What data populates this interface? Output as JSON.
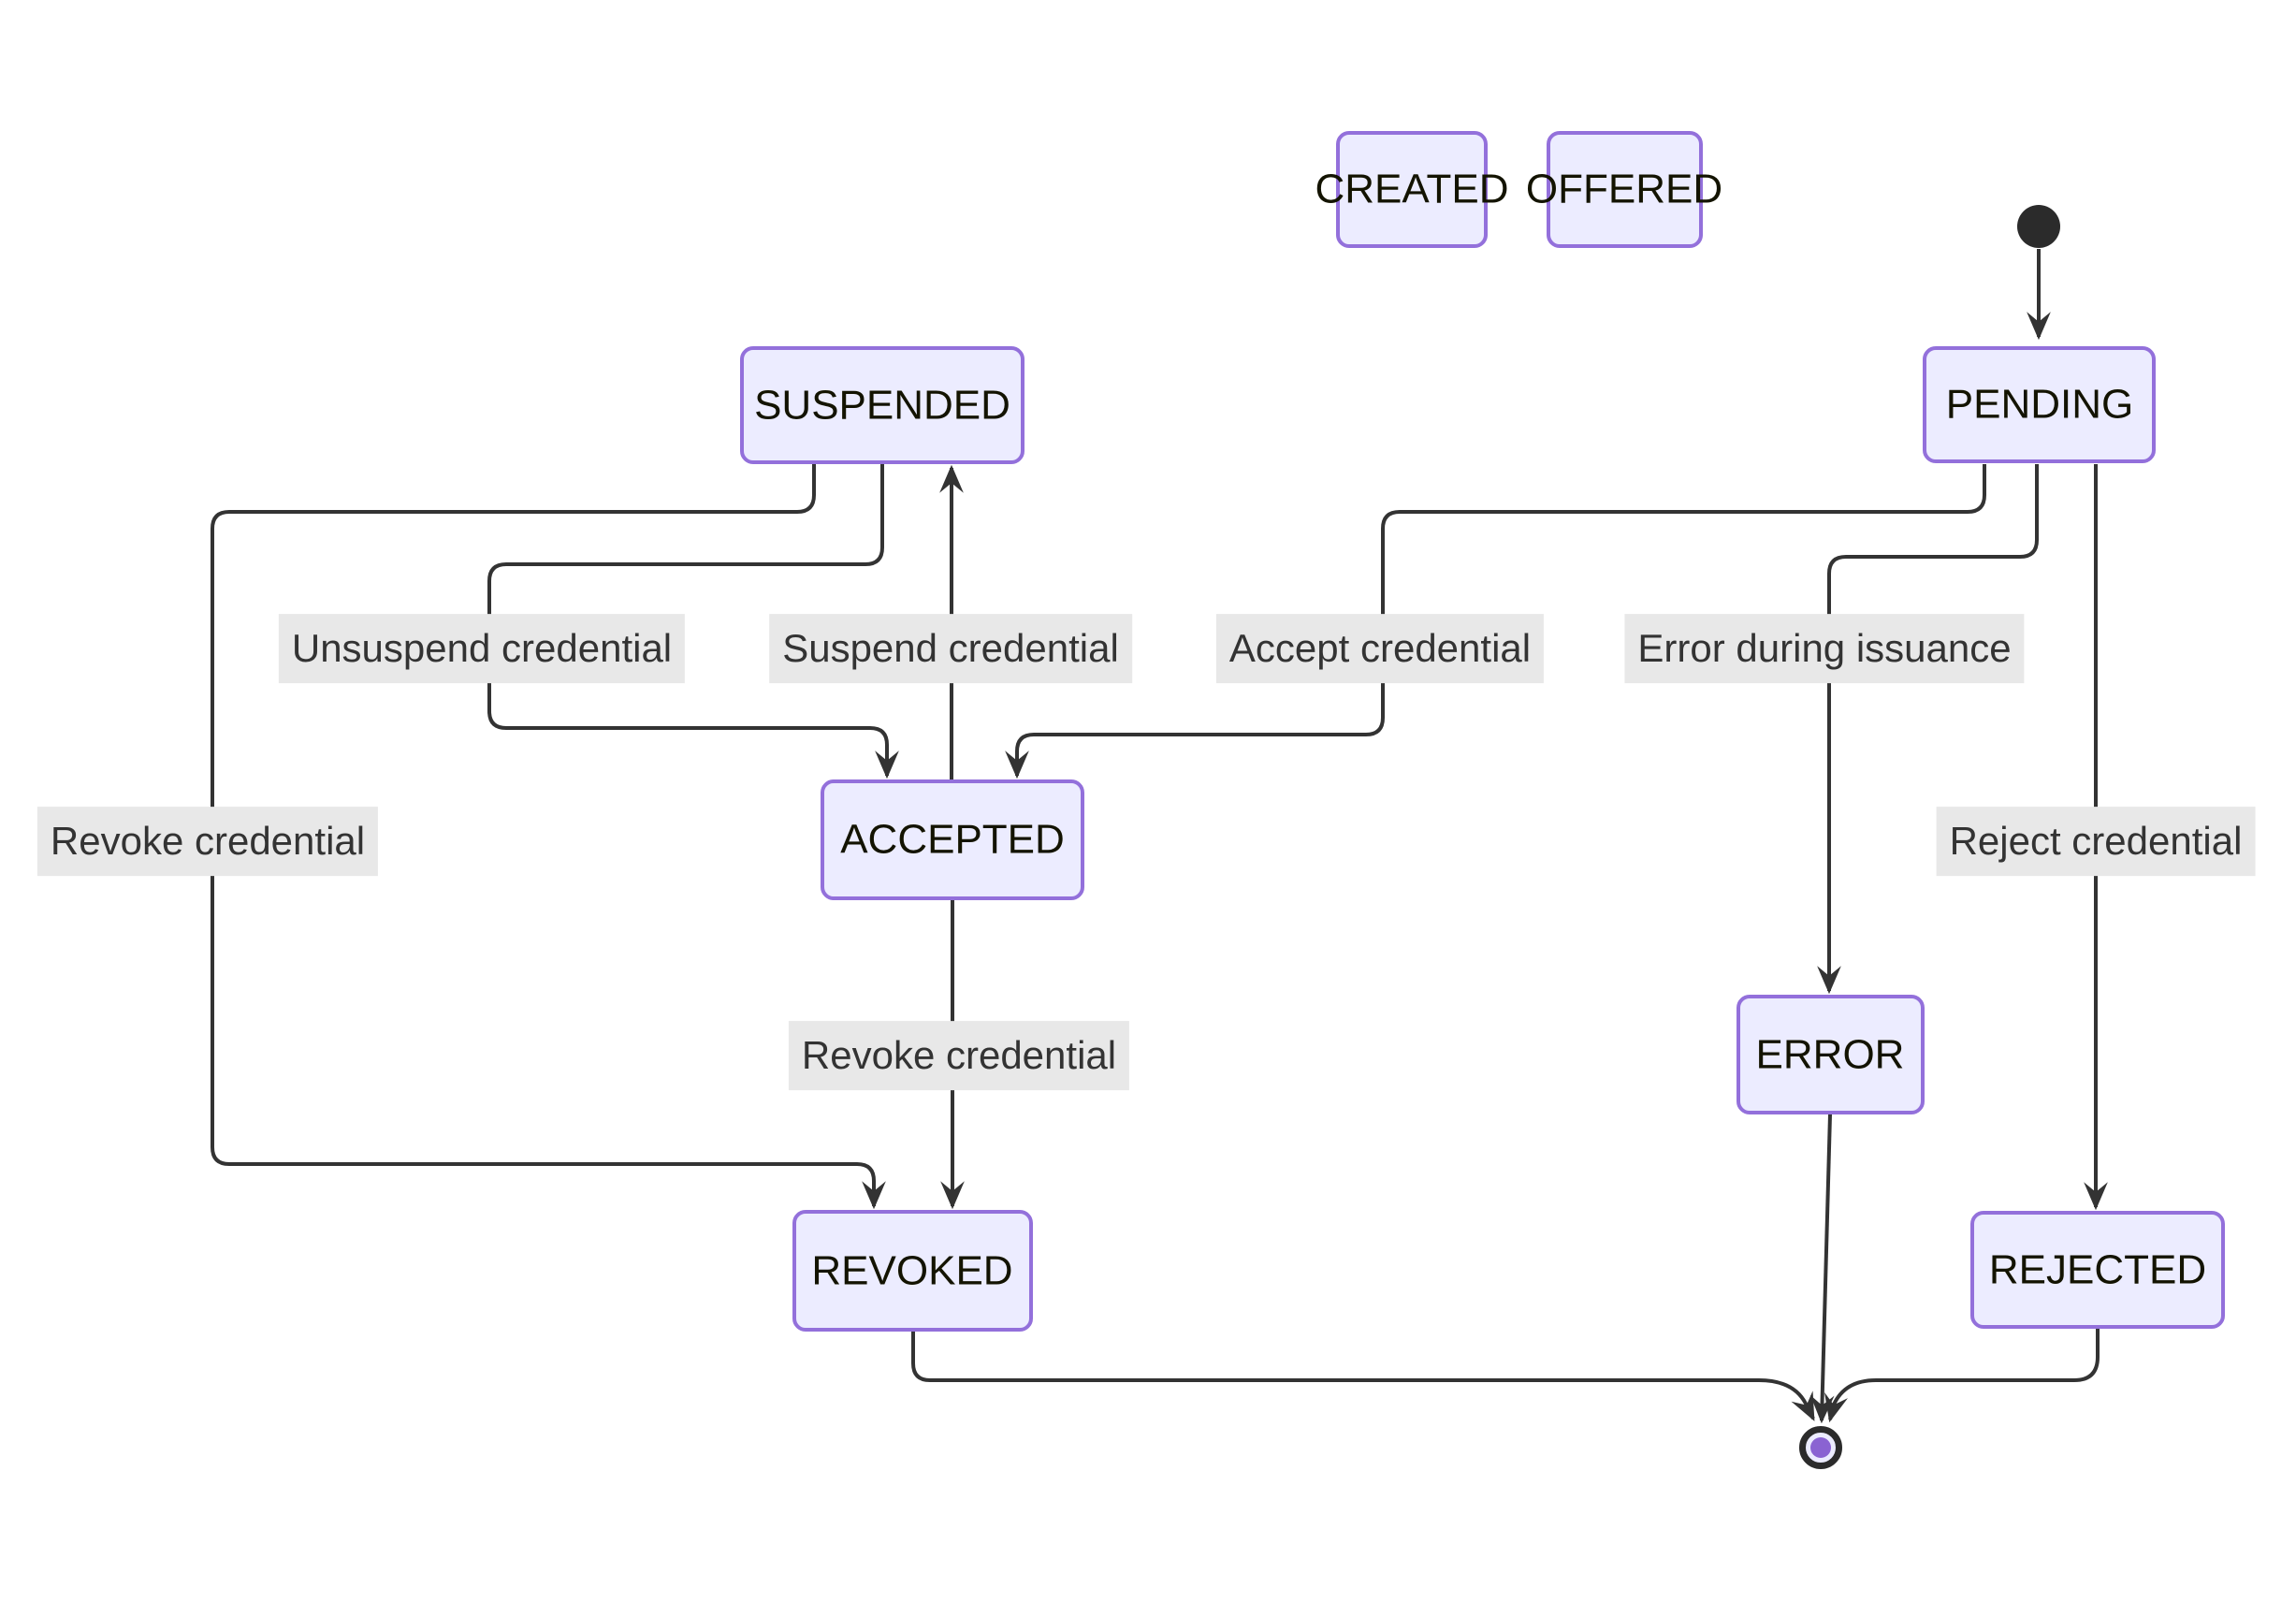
{
  "diagram": {
    "kind": "state-machine",
    "states": {
      "created": "CREATED",
      "offered": "OFFERED",
      "pending": "PENDING",
      "suspended": "SUSPENDED",
      "accepted": "ACCEPTED",
      "error": "ERROR",
      "revoked": "REVOKED",
      "rejected": "REJECTED"
    },
    "transition_labels": {
      "unsuspend": "Unsuspend credential",
      "suspend": "Suspend credential",
      "accept": "Accept credential",
      "error_during_issuance": "Error during issuance",
      "revoke_from_suspended": "Revoke credential",
      "revoke_from_accepted": "Revoke credential",
      "reject": "Reject credential"
    },
    "edges": [
      {
        "from": "start",
        "to": "PENDING",
        "label": ""
      },
      {
        "from": "PENDING",
        "to": "ACCEPTED",
        "label": "Accept credential"
      },
      {
        "from": "PENDING",
        "to": "ERROR",
        "label": "Error during issuance"
      },
      {
        "from": "PENDING",
        "to": "REJECTED",
        "label": "Reject credential"
      },
      {
        "from": "SUSPENDED",
        "to": "ACCEPTED",
        "label": "Unsuspend credential"
      },
      {
        "from": "ACCEPTED",
        "to": "SUSPENDED",
        "label": "Suspend credential"
      },
      {
        "from": "SUSPENDED",
        "to": "REVOKED",
        "label": "Revoke credential"
      },
      {
        "from": "ACCEPTED",
        "to": "REVOKED",
        "label": "Revoke credential"
      },
      {
        "from": "REVOKED",
        "to": "end",
        "label": ""
      },
      {
        "from": "ERROR",
        "to": "end",
        "label": ""
      },
      {
        "from": "REJECTED",
        "to": "end",
        "label": ""
      }
    ],
    "colors": {
      "node_fill": "#ECECFF",
      "node_border": "#9370DB",
      "node_text": "#131300",
      "edge": "#333333",
      "label_bg": "#e8e8e8",
      "label_text": "#333333",
      "start_marker": "#2b2b2b",
      "end_ring": "#2b2b2b",
      "end_dot": "#8a63d2",
      "background": "#ffffff"
    }
  }
}
